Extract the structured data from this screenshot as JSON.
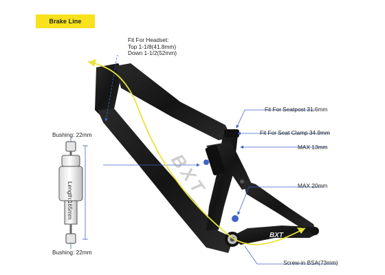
{
  "badge": {
    "label": "Brake Line"
  },
  "labels": {
    "headset_title": "Fit For Headset:",
    "headset_top": "Top 1-1/8(41.8mm)",
    "headset_down": "Down 1-1/2(52mm)",
    "seatpost": "Fit For Seatpost 31.6mm",
    "seat_clamp": "Fit For Seat Clamp 34.9mm",
    "max13": "MAX 13mm",
    "max20": "MAX 20mm",
    "bsa": "Screw-in BSA(73mm)",
    "bushing_top": "Bushing: 22mm",
    "bushing_bottom": "Bushing: 22mm",
    "length": "Length:165mm"
  },
  "frame_text": {
    "logo_main": "BXT",
    "logo_rear": "BXT"
  },
  "colors": {
    "badge": "#f7e21c",
    "brake_line": "#e9e23a",
    "guide_line": "#3f63c8",
    "frame": "#1b1b1b"
  }
}
